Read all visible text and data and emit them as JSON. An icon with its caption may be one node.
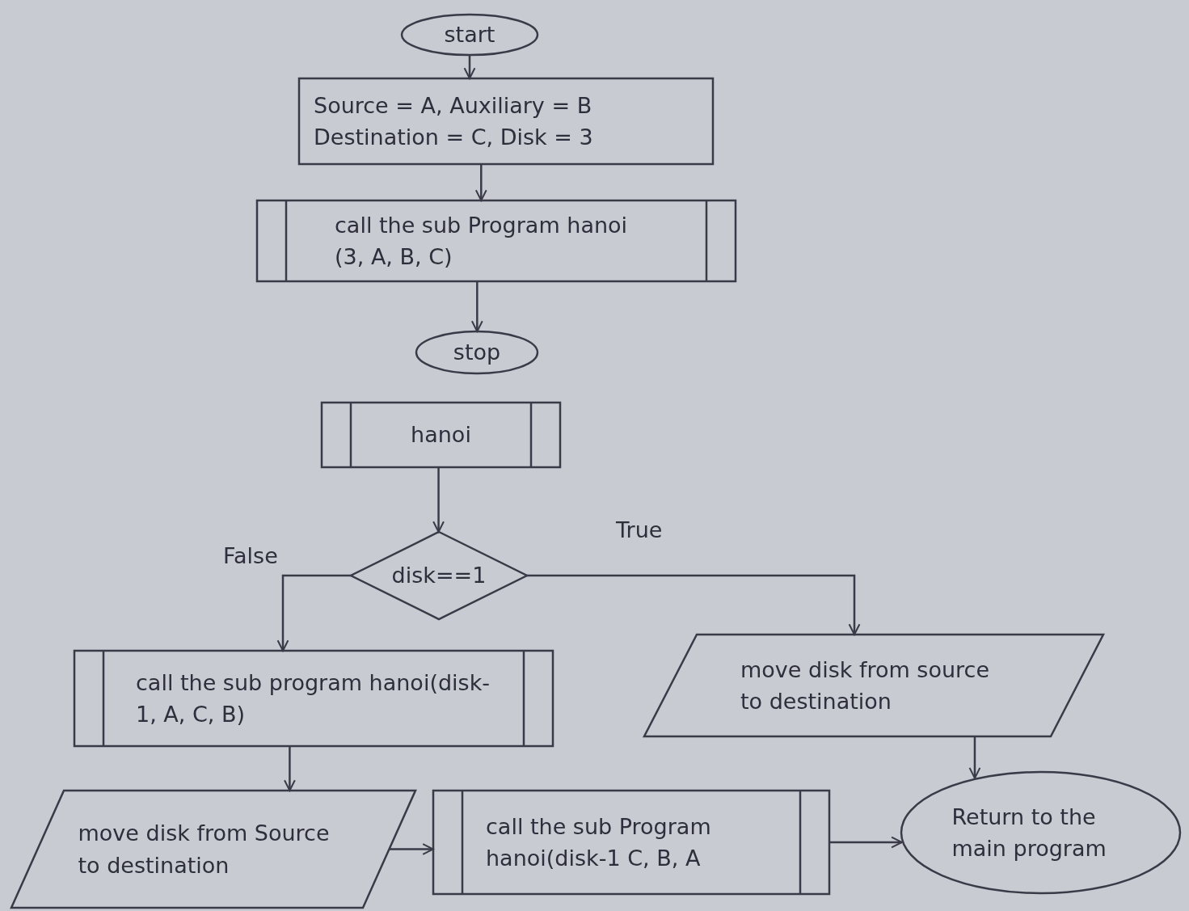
{
  "diagram": {
    "nodes": [
      {
        "text": [
          "start"
        ]
      },
      {
        "text": [
          "Source = A, Auxiliary = B Destination = C, Disk = 3"
        ]
      },
      {
        "text": [
          "call the sub Program hanoi (3, A, B, C)"
        ]
      },
      {
        "text": [
          "stop"
        ]
      },
      {
        "text": [
          "hanoi"
        ]
      },
      {
        "text": [
          "disk==1"
        ]
      },
      {
        "text": [
          "call the sub program hanoi(disk-1, A, C, B)"
        ]
      },
      {
        "text": [
          "move disk from source to destination"
        ]
      },
      {
        "text": [
          "move disk from Source to destination"
        ]
      },
      {
        "text": [
          "call the sub Program hanoi(disk-1 C, B, A"
        ]
      },
      {
        "text": [
          "Return to the main program"
        ]
      }
    ],
    "edges": [
      {
        "from": 0,
        "to": 1,
        "arrow": "to"
      },
      {
        "from": 1,
        "to": 2,
        "arrow": "to"
      },
      {
        "from": 2,
        "to": 3,
        "arrow": "to"
      },
      {
        "from": 4,
        "to": 5,
        "arrow": "to"
      },
      {
        "from": 5,
        "to": 6,
        "arrow": "to",
        "label": "False"
      },
      {
        "from": 5,
        "to": 7,
        "arrow": "to",
        "label": "True"
      },
      {
        "from": 6,
        "to": 8,
        "arrow": "to"
      },
      {
        "from": 7,
        "to": 10,
        "arrow": "to"
      },
      {
        "from": 8,
        "to": 9,
        "arrow": "to"
      },
      {
        "from": 9,
        "to": 10,
        "arrow": "to"
      }
    ]
  }
}
